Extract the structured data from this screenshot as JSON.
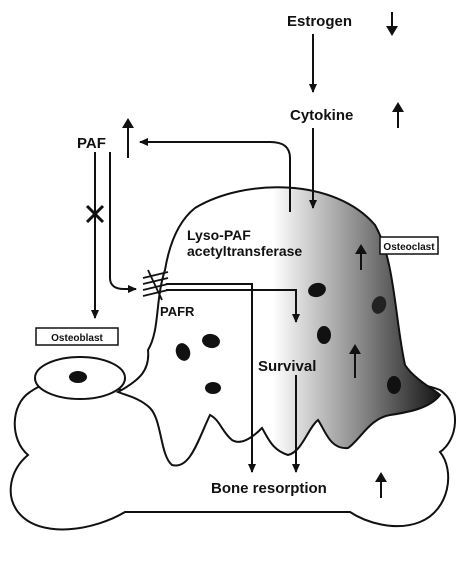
{
  "labels": {
    "estrogen": "Estrogen",
    "cytokine": "Cytokine",
    "paf": "PAF",
    "lyso_paf_line1": "Lyso-PAF",
    "lyso_paf_line2": "acetyltransferase",
    "osteoclast": "Osteoclast",
    "pafr": "PAFR",
    "osteoblast": "Osteoblast",
    "survival": "Survival",
    "bone_resorption": "Bone resorption"
  },
  "indicators": {
    "estrogen": "decrease",
    "cytokine": "increase",
    "paf": "increase",
    "lyso_paf": "increase",
    "survival": "increase",
    "bone_resorption": "increase"
  },
  "colors": {
    "stroke": "#111111",
    "fill": "#ffffff",
    "gradient_dark": "#151515"
  }
}
